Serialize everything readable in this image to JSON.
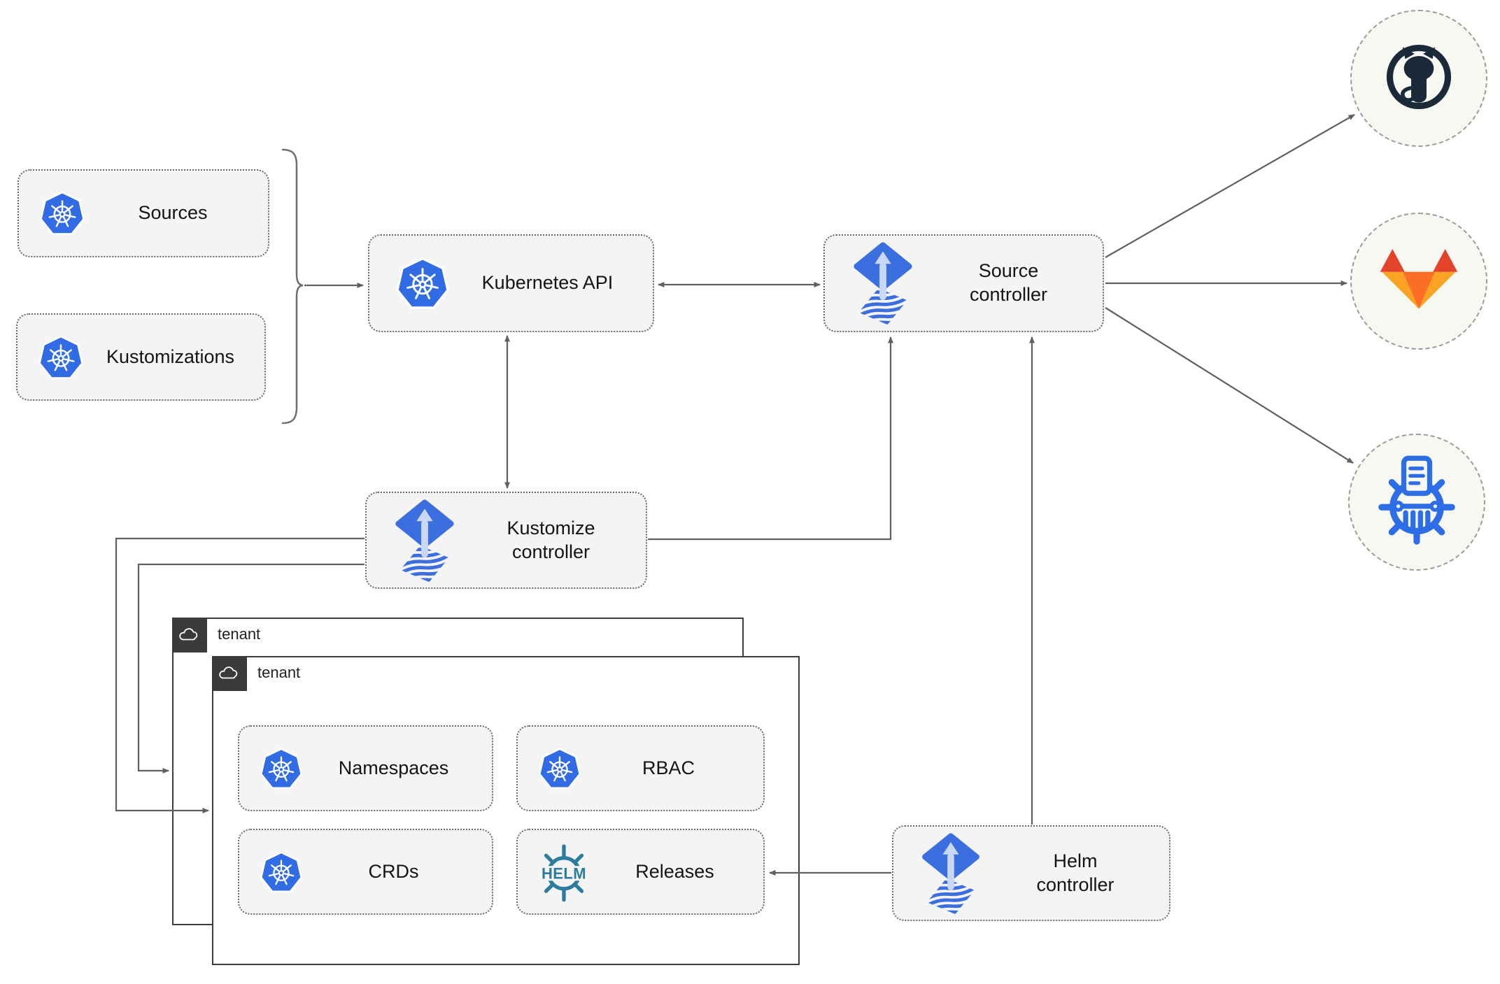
{
  "diagram": {
    "nodes": {
      "sources": {
        "label": "Sources"
      },
      "kustomizations": {
        "label": "Kustomizations"
      },
      "kubernetes_api": {
        "label": "Kubernetes API"
      },
      "source_controller": {
        "label": "Source controller"
      },
      "kustomize_controller": {
        "label": "Kustomize controller"
      },
      "helm_controller": {
        "label": "Helm controller"
      },
      "namespaces": {
        "label": "Namespaces"
      },
      "rbac": {
        "label": "RBAC"
      },
      "crds": {
        "label": "CRDs"
      },
      "releases": {
        "label": "Releases"
      }
    },
    "groups": {
      "outer_tenant": {
        "label": "tenant"
      },
      "inner_tenant": {
        "label": "tenant"
      }
    },
    "icons": {
      "helm_wordmark": "HELM"
    },
    "colors": {
      "kubernetes_blue": "#326CE5",
      "flux_blue": "#3b6fe0",
      "flux_arrow_light": "#c9d8f6",
      "helm_teal": "#2b7c9e",
      "github_dark": "#1b2a38",
      "gitlab_red_orange": "#e24329",
      "gitlab_orange": "#fc6d26",
      "gitlab_light_orange": "#fca326",
      "repo_blue": "#2d6de5",
      "line_gray": "#616161",
      "node_fill": "#f4f4f4",
      "tenant_border": "#3d3d3d"
    }
  }
}
